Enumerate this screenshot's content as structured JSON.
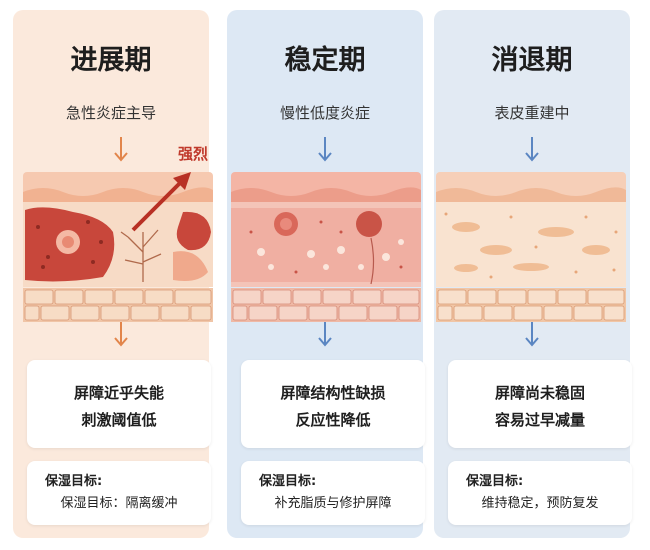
{
  "stages": [
    {
      "title": "进展期",
      "subtitle": "急性炎症主导",
      "arrow_label": "强烈",
      "state_lines": [
        "屏障近乎失能",
        "刺激阈值低"
      ],
      "goal_label": "保湿目标:",
      "goal_value": "保湿目标：隔离缓冲",
      "accent_color": "#e2854b"
    },
    {
      "title": "稳定期",
      "subtitle": "慢性低度炎症",
      "state_lines": [
        "屏障结构性缺损",
        "反应性降低"
      ],
      "goal_label": "保湿目标:",
      "goal_value": "补充脂质与修护屏障",
      "accent_color": "#5b86c2"
    },
    {
      "title": "消退期",
      "subtitle": "表皮重建中",
      "state_lines": [
        "屏障尚未稳固",
        "容易过早减量"
      ],
      "goal_label": "保湿目标:",
      "goal_value": "维持稳定，预防复发",
      "accent_color": "#5b86c2"
    }
  ],
  "colors": {
    "panel1_bg": "#fbe9dc",
    "panel2_bg": "#dde8f4",
    "panel3_bg": "#e2eaf3",
    "inflammation_red": "#c0392b"
  }
}
